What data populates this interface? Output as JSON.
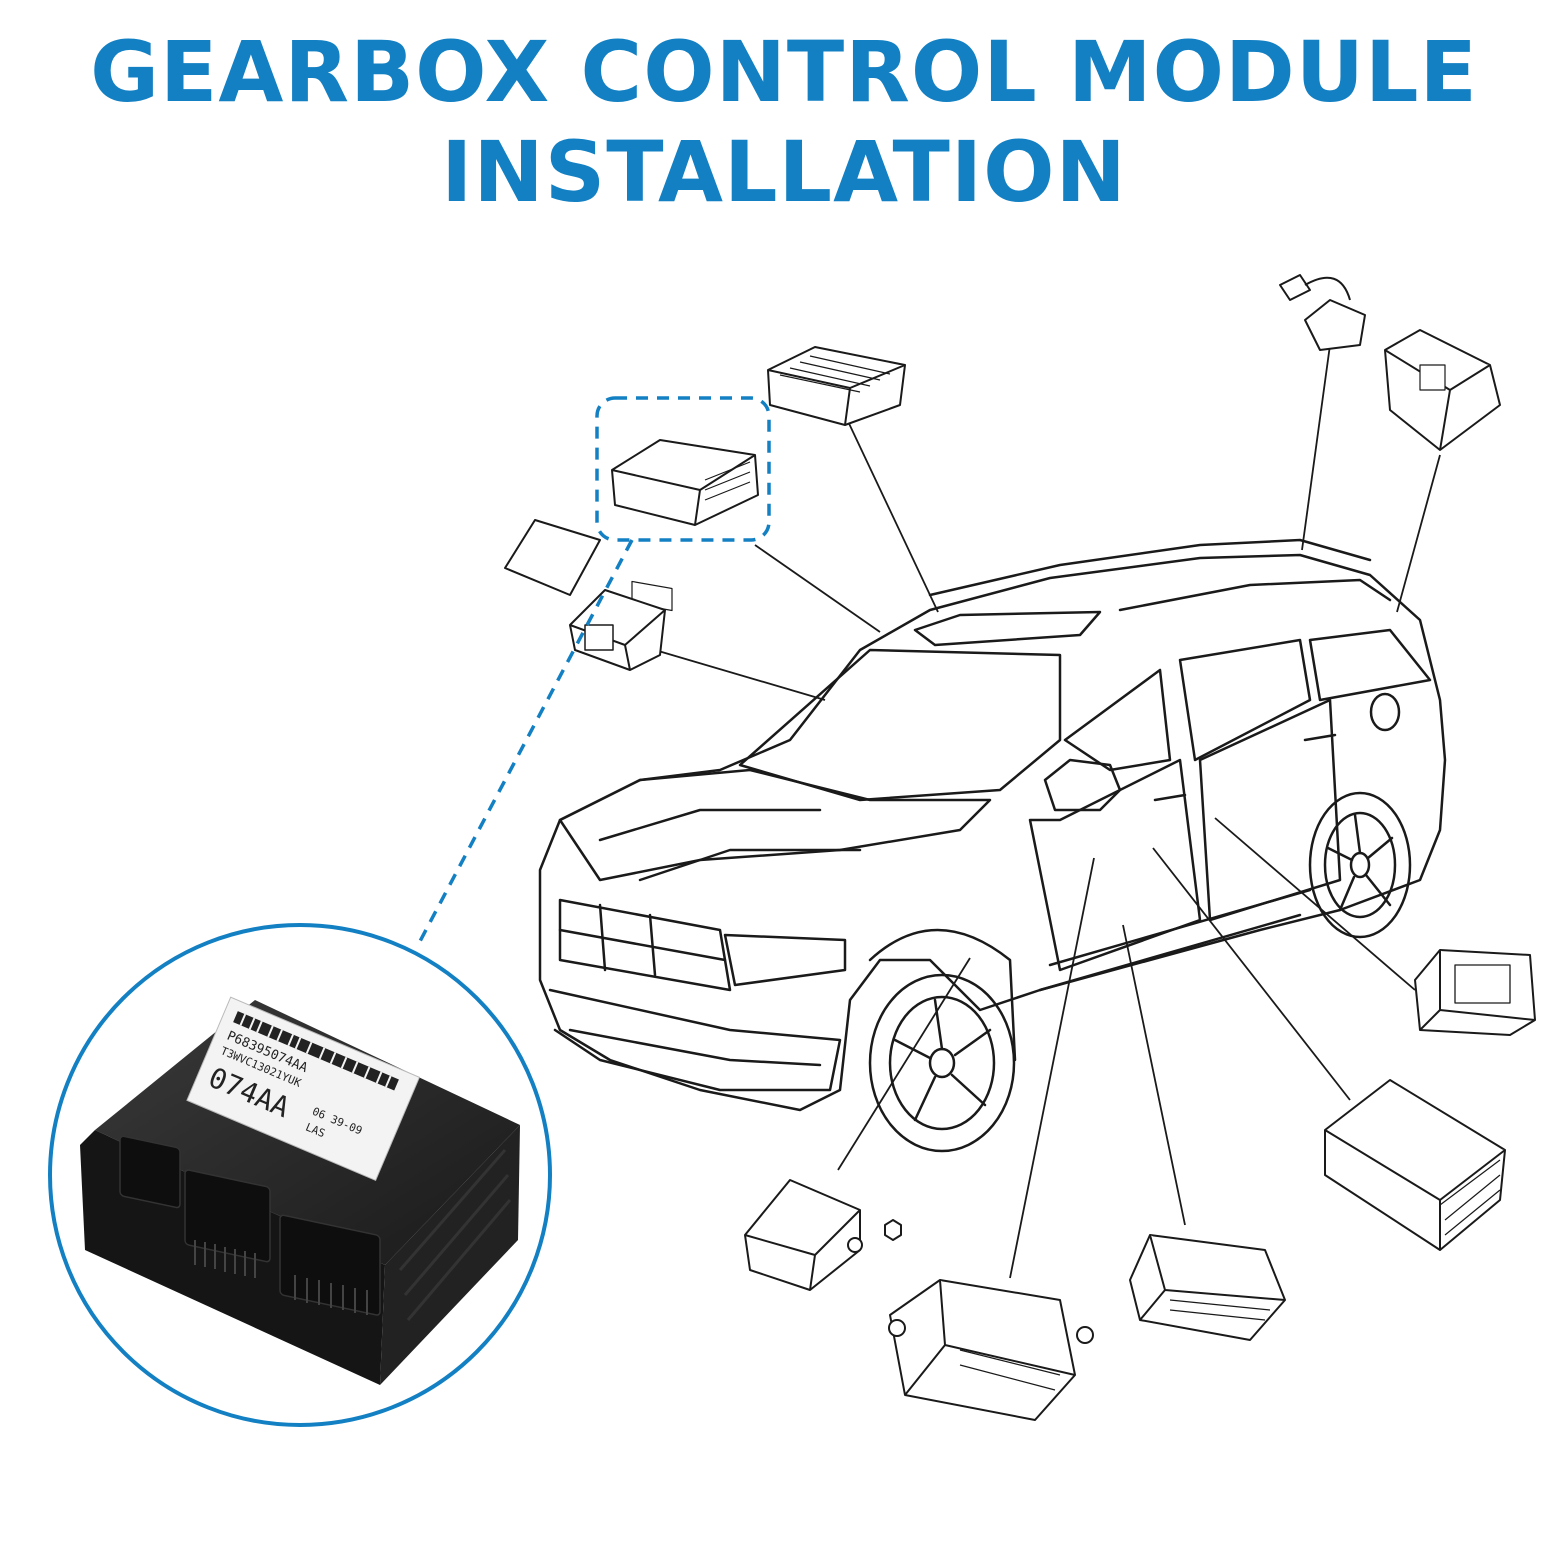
{
  "title": {
    "line1": "GEARBOX CONTROL MODULE",
    "line2": "INSTALLATION"
  },
  "module_label": {
    "part_number": "P68395074AA",
    "part_code": "074AA",
    "serial": "T3WVC13021YUK",
    "date": "06 39-09",
    "suffix": "LAS"
  },
  "colors": {
    "accent": "#1380c3",
    "line_art": "#1a1a1a",
    "module_body": "#1c1c1c",
    "label_bg": "#f3f3f3"
  }
}
